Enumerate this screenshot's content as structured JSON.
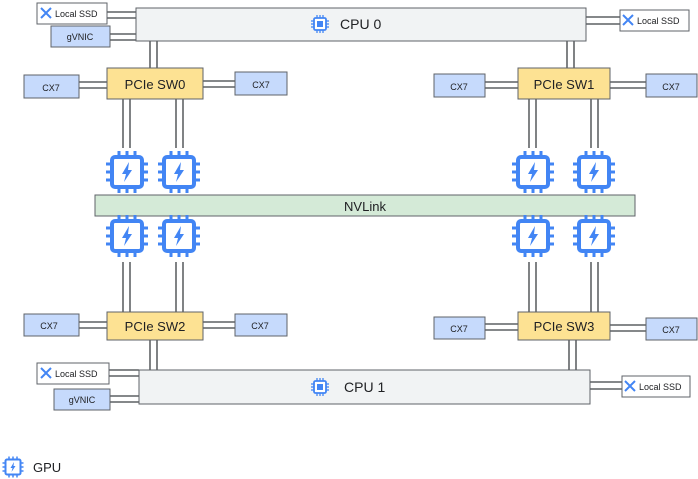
{
  "cpu0": {
    "label": "CPU 0"
  },
  "cpu1": {
    "label": "CPU 1"
  },
  "nvlink": {
    "label": "NVLink"
  },
  "pcie": {
    "sw0": "PCIe SW0",
    "sw1": "PCIe SW1",
    "sw2": "PCIe SW2",
    "sw3": "PCIe SW3"
  },
  "nic": {
    "label": "CX7"
  },
  "gvnic": {
    "label": "gVNIC"
  },
  "ssd": {
    "label": "Local SSD"
  },
  "legend": {
    "gpu_label": "GPU"
  },
  "colors": {
    "cpu": "#f1f3f4",
    "pcie_switch": "#fde293",
    "nic": "#c6dafc",
    "nvlink": "#d4ead7",
    "gpu_icon": "#4285f4"
  },
  "icons": {
    "gpu": "gpu-chip-icon",
    "cpu": "cpu-chip-icon",
    "ssd": "ssd-icon"
  }
}
